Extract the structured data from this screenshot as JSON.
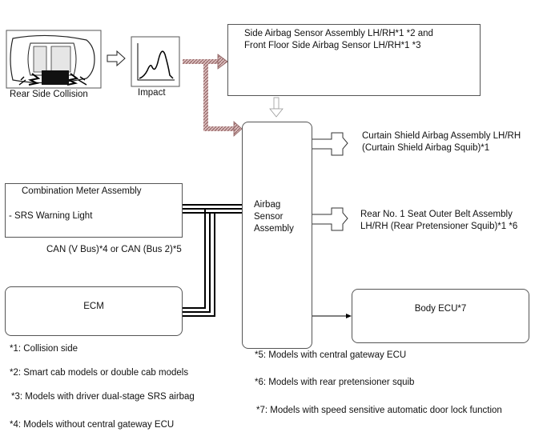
{
  "collision": {
    "label": "Rear Side Collision",
    "graph_label": "Impact"
  },
  "side_sensor": {
    "line1": "Side Airbag Sensor Assembly LH/RH*1 *2 and",
    "line2": "Front Floor Side Airbag Sensor LH/RH*1 *3"
  },
  "airbag_sensor": {
    "line1": "Airbag",
    "line2": "Sensor",
    "line3": "Assembly"
  },
  "curtain": {
    "line1": "Curtain Shield Airbag Assembly LH/RH",
    "line2": "(Curtain Shield Airbag Squib)*1"
  },
  "seatbelt": {
    "line1": "Rear No. 1 Seat Outer Belt Assembly",
    "line2": "LH/RH (Rear Pretensioner Squib)*1 *6"
  },
  "meter": {
    "title": "Combination Meter Assembly",
    "item": "- SRS Warning Light"
  },
  "can_label": "CAN (V Bus)*4 or CAN (Bus 2)*5",
  "ecm": {
    "label": "ECM"
  },
  "body_ecu": {
    "label": "Body ECU*7"
  },
  "notes": {
    "n1": "*1: Collision side",
    "n2": "*2: Smart cab models or double cab models",
    "n3": "*3: Models with driver dual-stage SRS airbag",
    "n4": "*4: Models without central gateway ECU",
    "n5": "*5: Models with central gateway ECU",
    "n6": "*6: Models with rear pretensioner squib",
    "n7": "*7: Models with speed sensitive automatic door lock function"
  },
  "colors": {
    "signal_arrow": "#c8a8a8",
    "signal_hatch": "#8a5a5a",
    "down_arrow": "#bbbbbb",
    "line": "#000000",
    "box_border": "#555555"
  },
  "icons": {
    "car": "car-top-view-icon",
    "impact": "impact-waveform-icon",
    "arrow": "hollow-right-arrow-icon"
  }
}
